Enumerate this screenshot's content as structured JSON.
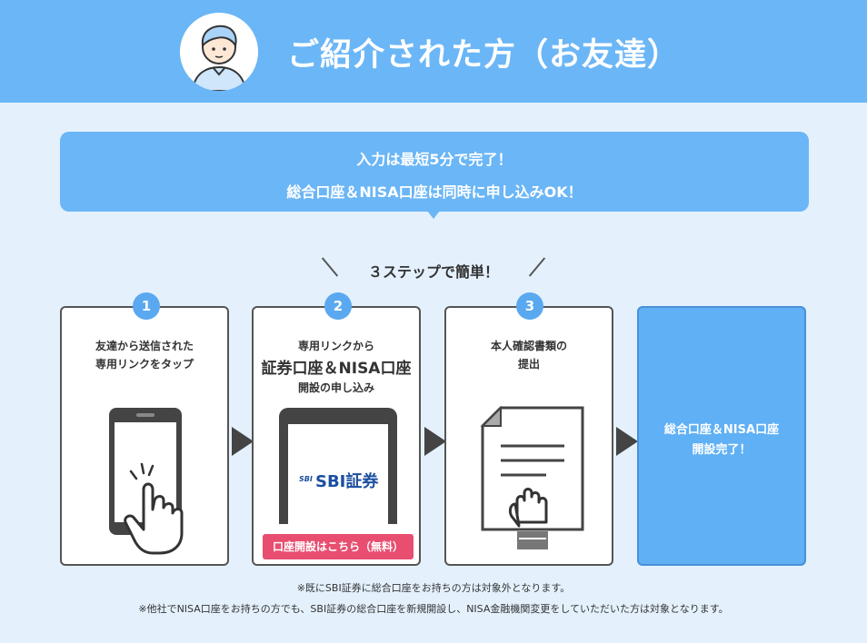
{
  "header": {
    "title": "ご紹介された方（お友達）"
  },
  "intro": {
    "line1": "入力は最短5分で完了！",
    "line2": "総合口座＆NISA口座は同時に申し込みOK！"
  },
  "steps_heading": "３ステップで簡単！",
  "steps": [
    {
      "number": "1",
      "line1": "友達から送信された",
      "line2": "専用リンクをタップ"
    },
    {
      "number": "2",
      "line1": "専用リンクから",
      "big": "証券口座＆NISA口座",
      "line2": "開設の申し込み",
      "brand_small": "SBI",
      "brand": "SBI証券",
      "button": "口座開設はこちら（無料）"
    },
    {
      "number": "3",
      "line1": "本人確認書類の",
      "line2": "提出"
    }
  ],
  "final": {
    "line1": "総合口座＆NISA口座",
    "line2": "開設完了！"
  },
  "notes": {
    "note1": "※既にSBI証券に総合口座をお持ちの方は対象外となります。",
    "note2": "※他社でNISA口座をお持ちの方でも、SBI証券の総合口座を新規開設し、NISA金融機関変更をしていただいた方は対象となります。"
  },
  "colors": {
    "header_bg": "#6bb6f6",
    "page_bg": "#e4f1fd",
    "accent_pink": "#e84e70",
    "badge_blue": "#5aa9f0"
  }
}
